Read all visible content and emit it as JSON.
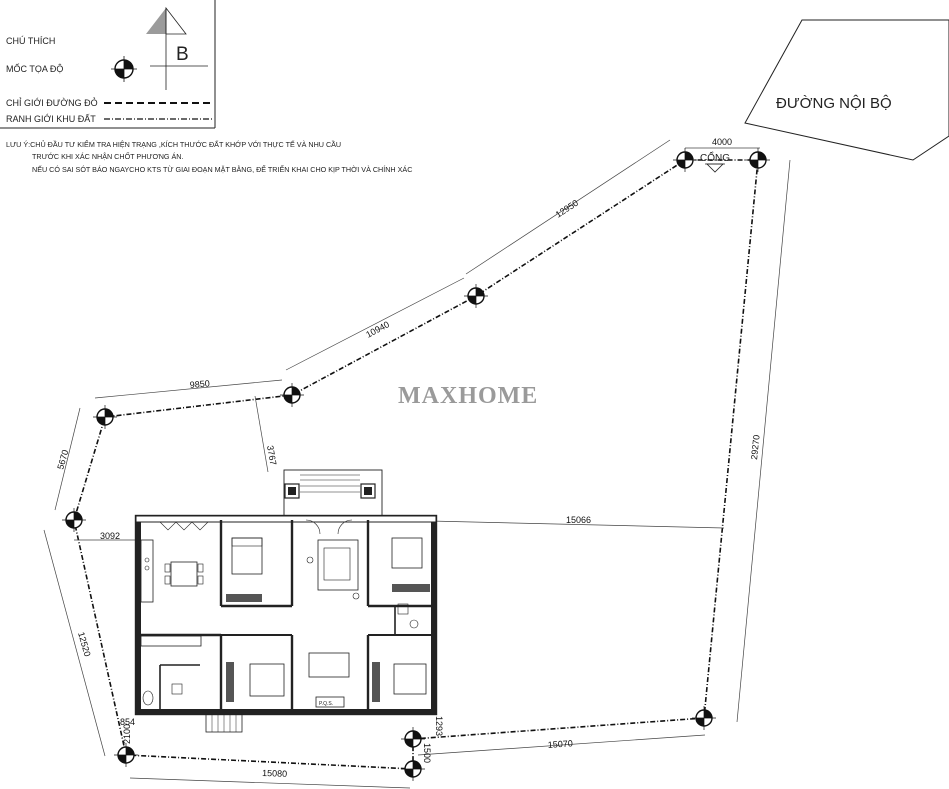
{
  "legend": {
    "north_label": "B",
    "title": "CHÚ THÍCH",
    "marker_label": "MỐC TỌA ĐỘ",
    "red_line_label": "CHỈ GIỚI ĐƯỜNG ĐỎ",
    "boundary_label": "RANH GIỚI KHU ĐẤT"
  },
  "notes": {
    "line1": "LƯU Ý:CHỦ ĐẦU TƯ KIỂM TRA HIỆN TRẠNG ,KÍCH THƯỚC ĐẤT KHỚP VỚI THỰC TẾ VÀ NHU CẦU",
    "line2": "TRƯỚC KHI XÁC NHẬN CHỐT PHƯƠNG ÁN.",
    "line3": "NẾU CÓ SAI SÓT BÁO NGAYCHO KTS TỪ GIAI ĐOẠN MẶT BẰNG, ĐỂ TRIỂN KHAI CHO KỊP THỜI VÀ CHÍNH XÁC"
  },
  "road_label": "ĐƯỜNG NỘI BỘ",
  "gate_label": "CỔNG",
  "watermark": "MAXHOME",
  "dimensions": {
    "gate_width": "4000",
    "d12950": "12950",
    "d10940": "10940",
    "d9850": "9850",
    "d5670": "5670",
    "d3767": "3767",
    "d3092": "3092",
    "d15066": "15066",
    "d29270": "29270",
    "d12520": "12520",
    "d854": "854",
    "d2100": "2100",
    "d1293": "1293",
    "d1500": "1500",
    "d15070": "15070",
    "d15080": "15080"
  },
  "fixture_label": "P.Q.S.",
  "colors": {
    "line": "#222222",
    "road_fill": "#ffffff",
    "north_fill": "#9b9b9b",
    "watermark": "#9a9a9a"
  }
}
